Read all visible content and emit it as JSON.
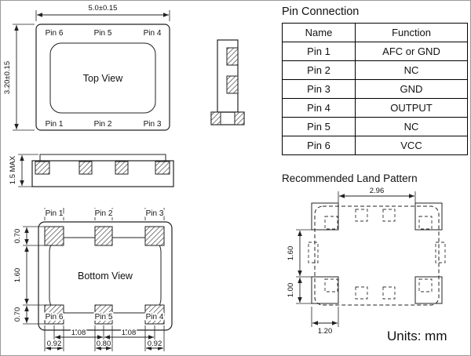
{
  "units_label": "Units: mm",
  "top_view": {
    "label": "Top View",
    "width_dim": "5.0±0.15",
    "height_dim": "3.20±0.15",
    "pins_top": [
      "Pin 6",
      "Pin 5",
      "Pin 4"
    ],
    "pins_bottom": [
      "Pin 1",
      "Pin 2",
      "Pin 3"
    ]
  },
  "side_view": {
    "height_dim": "1.5 MAX"
  },
  "bottom_view": {
    "label": "Bottom View",
    "pins_top": [
      "Pin 1",
      "Pin 2",
      "Pin 3"
    ],
    "pins_bottom": [
      "Pin 6",
      "Pin 5",
      "Pin 4"
    ],
    "left_dims": [
      "0.70",
      "1.60",
      "0.70"
    ],
    "pitch_dims": [
      "1.08",
      "1.08"
    ],
    "bottom_dims": [
      "0.92",
      "0.80",
      "0.92"
    ]
  },
  "pin_table": {
    "title": "Pin Connection",
    "headers": [
      "Name",
      "Function"
    ],
    "rows": [
      {
        "name": "Pin 1",
        "function": "AFC or GND"
      },
      {
        "name": "Pin 2",
        "function": "NC"
      },
      {
        "name": "Pin 3",
        "function": "GND"
      },
      {
        "name": "Pin 4",
        "function": "OUTPUT"
      },
      {
        "name": "Pin 5",
        "function": "NC"
      },
      {
        "name": "Pin 6",
        "function": "VCC"
      }
    ]
  },
  "land_pattern": {
    "title": "Recommended Land Pattern",
    "top_dim": "2.96",
    "left_dims": [
      "1.60",
      "1.00"
    ],
    "bottom_dim": "1.20"
  }
}
